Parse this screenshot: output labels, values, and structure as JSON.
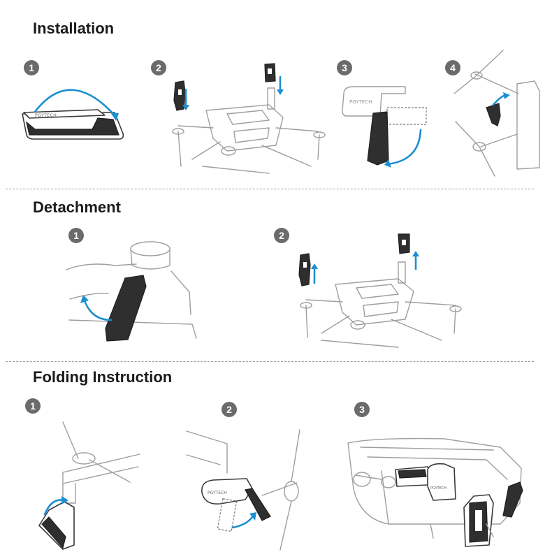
{
  "sections": {
    "installation": {
      "title": "Installation",
      "steps": [
        "1",
        "2",
        "3",
        "4"
      ]
    },
    "detachment": {
      "title": "Detachment",
      "steps": [
        "1",
        "2"
      ]
    },
    "folding": {
      "title": "Folding Instruction",
      "steps": [
        "1",
        "2",
        "3"
      ]
    }
  },
  "brand_logo": "PGYTECH",
  "colors": {
    "arrow": "#1b8fd1",
    "step_badge": "#6b6b6b",
    "heading": "#1a1a1a"
  },
  "icons": [
    "arrow-icon",
    "drone-outline",
    "landing-gear-extension"
  ]
}
